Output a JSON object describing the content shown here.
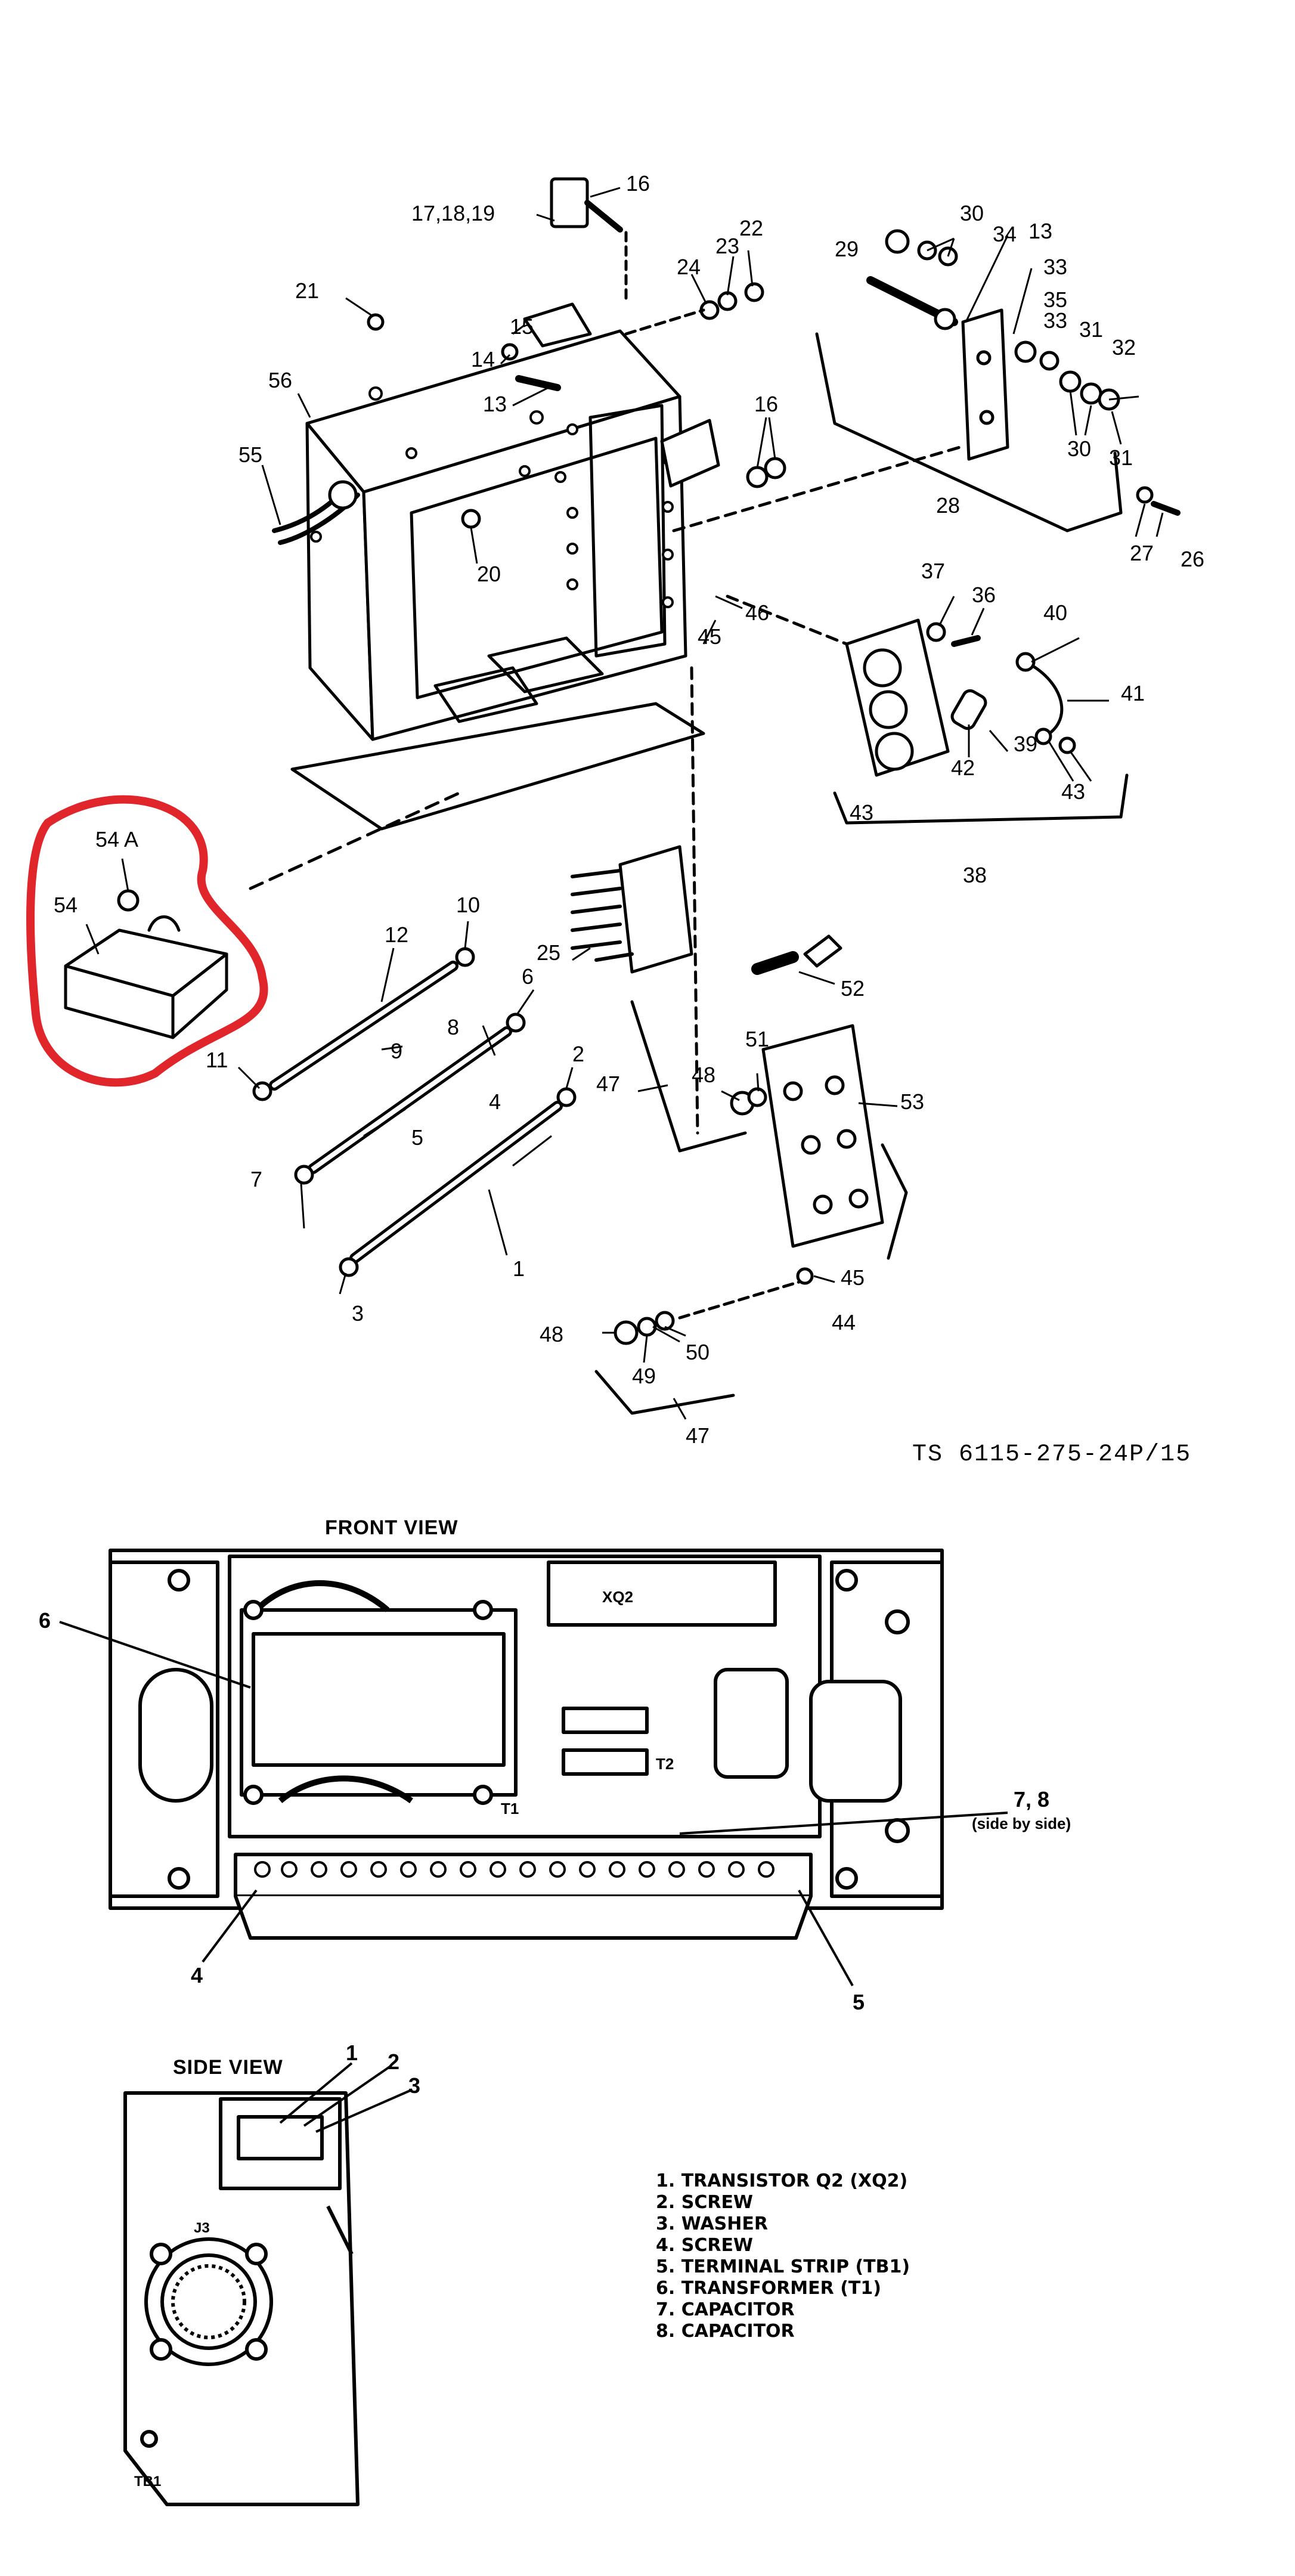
{
  "figure": {
    "ref": "TS 6115-275-24P/15",
    "highlight_color": "#e0262b"
  },
  "exploded_view": {
    "callouts": {
      "c1": "1",
      "c2": "2",
      "c3": "3",
      "c4": "4",
      "c5": "5",
      "c6": "6",
      "c7": "7",
      "c8": "8",
      "c9": "9",
      "c10": "10",
      "c11": "11",
      "c12": "12",
      "c13a": "13",
      "c13b": "13",
      "c14": "14",
      "c15": "15",
      "c16a": "16",
      "c16b": "16",
      "c17_19": "17,18,19",
      "c20": "20",
      "c21": "21",
      "c22": "22",
      "c23": "23",
      "c24": "24",
      "c25": "25",
      "c26": "26",
      "c27": "27",
      "c28": "28",
      "c29": "29",
      "c30a": "30",
      "c30b": "30",
      "c31a": "31",
      "c31b": "31",
      "c32": "32",
      "c33a": "33",
      "c33b": "33",
      "c34": "34",
      "c35": "35",
      "c36": "36",
      "c37": "37",
      "c38": "38",
      "c39": "39",
      "c40": "40",
      "c41": "41",
      "c42": "42",
      "c43a": "43",
      "c43b": "43",
      "c44": "44",
      "c45a": "45",
      "c45b": "45",
      "c46": "46",
      "c47a": "47",
      "c47b": "47",
      "c48a": "48",
      "c48b": "48",
      "c49": "49",
      "c50": "50",
      "c51": "51",
      "c52": "52",
      "c53": "53",
      "c54": "54",
      "c54a": "54 A",
      "c55": "55",
      "c56": "56"
    }
  },
  "front_view": {
    "heading": "FRONT VIEW",
    "callouts": {
      "c4": "4",
      "c5": "5",
      "c6": "6",
      "c78": "7, 8",
      "side_by_side": "(side by side)",
      "xq2": "XQ2",
      "t1": "T1",
      "t2": "T2"
    }
  },
  "side_view": {
    "heading": "SIDE VIEW",
    "callouts": {
      "c1": "1",
      "c2": "2",
      "c3": "3",
      "j3": "J3",
      "tb1": "TB1"
    }
  },
  "legend": {
    "items": [
      "1. TRANSISTOR Q2 (XQ2)",
      "2. SCREW",
      "3. WASHER",
      "4. SCREW",
      "5. TERMINAL STRIP (TB1)",
      "6. TRANSFORMER (T1)",
      "7. CAPACITOR",
      "8. CAPACITOR"
    ]
  }
}
